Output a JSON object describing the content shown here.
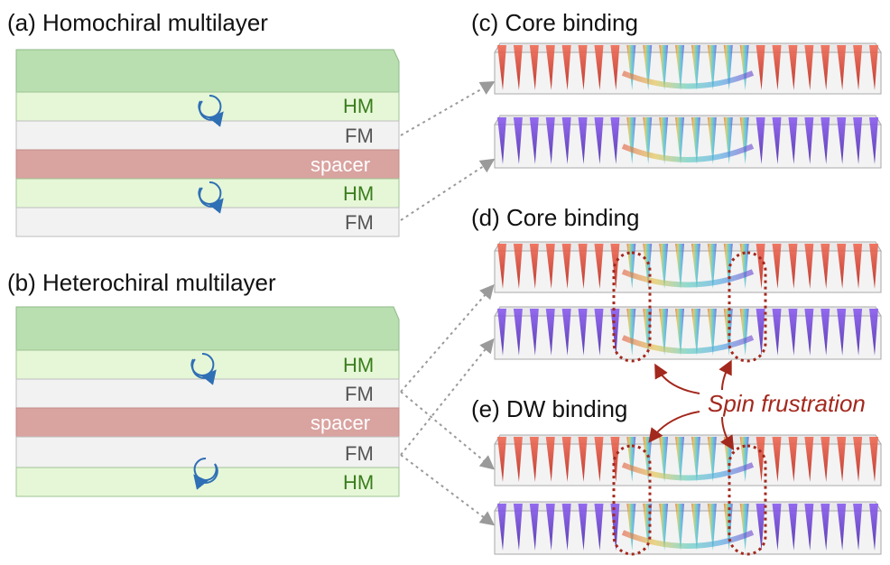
{
  "panels": {
    "a": {
      "title": "(a) Homochiral multilayer",
      "layers": [
        "HM",
        "FM",
        "spacer",
        "HM",
        "FM"
      ]
    },
    "b": {
      "title": "(b) Heterochiral multilayer",
      "layers": [
        "HM",
        "FM",
        "spacer",
        "FM",
        "HM"
      ]
    },
    "c": {
      "title": "(c) Core binding"
    },
    "d": {
      "title": "(d) Core binding"
    },
    "e": {
      "title": "(e) DW binding"
    }
  },
  "annotation": "Spin frustration",
  "colors": {
    "hm": "#e6f7d7",
    "fm": "#f2f2f2",
    "spacer": "#d9a3a0",
    "top_cap": "#b9dfb0",
    "hm_text": "#3a7d1e",
    "fm_text": "#555555",
    "arrow_blue": "#2f6fb5",
    "frustration": "#a3281d",
    "spin_up": "#d9392a",
    "spin_down": "#6b3fd0"
  }
}
